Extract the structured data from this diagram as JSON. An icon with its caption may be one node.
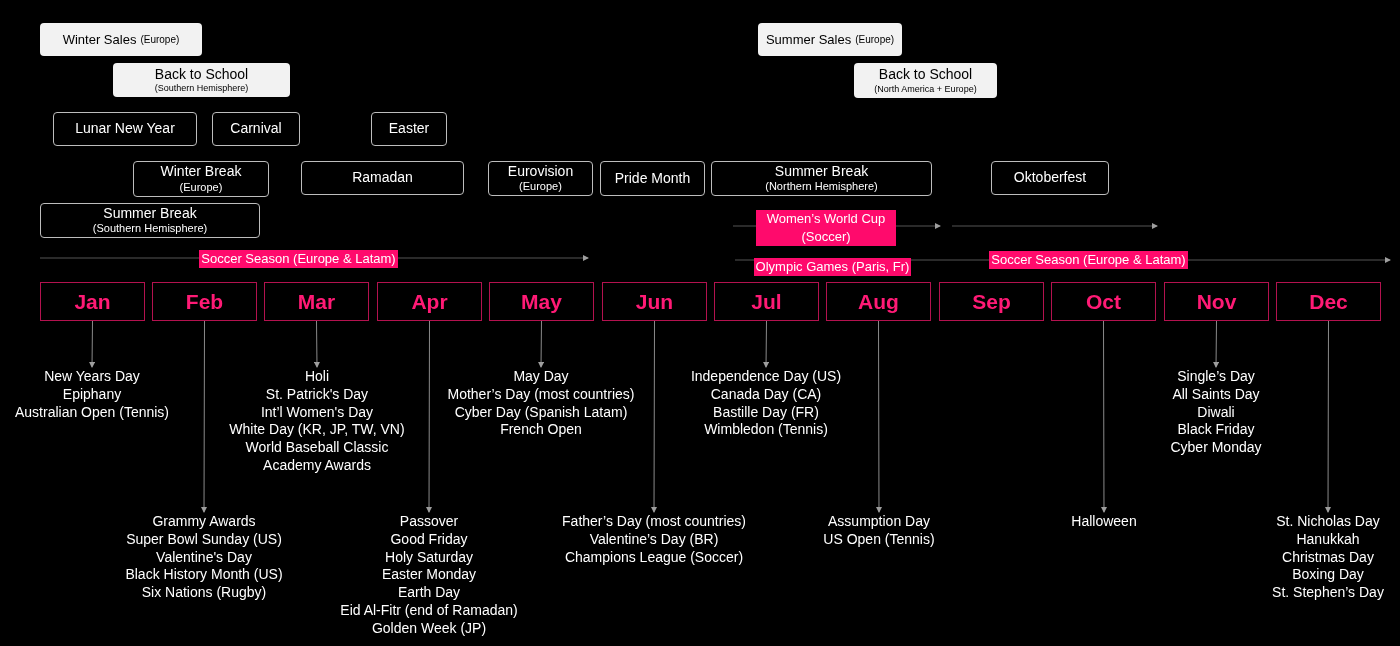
{
  "diagram": {
    "nodes": [
      {
        "text": [
          "Winter Sales",
          "(Europe)"
        ]
      },
      {
        "text": [
          "Back to School",
          "(Southern Hemisphere)"
        ]
      },
      {
        "text": [
          "Lunar New Year"
        ]
      },
      {
        "text": [
          "Carnival"
        ]
      },
      {
        "text": [
          "Easter"
        ]
      },
      {
        "text": [
          "Winter Break",
          "(Europe)"
        ]
      },
      {
        "text": [
          "Ramadan"
        ]
      },
      {
        "text": [
          "Summer Break",
          "(Southern Hemisphere)"
        ]
      },
      {
        "text": [
          "Summer Sales",
          "(Europe)"
        ]
      },
      {
        "text": [
          "Back to School",
          "(North America + Europe)"
        ]
      },
      {
        "text": [
          "Eurovision",
          "(Europe)"
        ]
      },
      {
        "text": [
          "Pride Month"
        ]
      },
      {
        "text": [
          "Summer Break",
          "(Northern Hemisphere)"
        ]
      },
      {
        "text": [
          "Oktoberfest"
        ]
      },
      {
        "text": [
          "Women’s World Cup (Soccer)"
        ]
      },
      {
        "text": [
          "Olympic Games (Paris, Fr)"
        ]
      },
      {
        "text": [
          "Soccer Season (Europe & Latam)"
        ]
      },
      {
        "text": [
          "Soccer Season (Europe & Latam)"
        ]
      },
      {
        "text": [
          "Jan"
        ]
      },
      {
        "text": [
          "Feb"
        ]
      },
      {
        "text": [
          "Mar"
        ]
      },
      {
        "text": [
          "Apr"
        ]
      },
      {
        "text": [
          "May"
        ]
      },
      {
        "text": [
          "Jun"
        ]
      },
      {
        "text": [
          "Jul"
        ]
      },
      {
        "text": [
          "Aug"
        ]
      },
      {
        "text": [
          "Sep"
        ]
      },
      {
        "text": [
          "Oct"
        ]
      },
      {
        "text": [
          "Nov"
        ]
      },
      {
        "text": [
          "Dec"
        ]
      },
      {
        "text": [
          "New Years Day",
          "Epiphany",
          "Australian Open (Tennis)"
        ]
      },
      {
        "text": [
          "Grammy Awards",
          "Super Bowl Sunday (US)",
          "Valentine's Day",
          "Black History Month (US)",
          "Six Nations (Rugby)"
        ]
      },
      {
        "text": [
          "Holi",
          "St. Patrick's Day",
          "Int’l Women's Day",
          "White Day (KR, JP, TW, VN)",
          "World Baseball Classic",
          "Academy Awards"
        ]
      },
      {
        "text": [
          "Passover",
          "Good Friday",
          "Holy Saturday",
          "Easter Monday",
          "Earth Day",
          "Eid Al-Fitr (end of Ramadan)",
          "Golden Week (JP)"
        ]
      },
      {
        "text": [
          "May Day",
          "Mother’s Day (most countries)",
          "Cyber Day (Spanish Latam)",
          "French Open"
        ]
      },
      {
        "text": [
          "Father’s Day (most countries)",
          "Valentine’s Day (BR)",
          "Champions League (Soccer)"
        ]
      },
      {
        "text": [
          "Independence Day (US)",
          "Canada Day (CA)",
          "Bastille Day (FR)",
          "Wimbledon (Tennis)"
        ]
      },
      {
        "text": [
          "Assumption Day",
          "US Open (Tennis)"
        ]
      },
      {
        "text": [
          "Halloween"
        ]
      },
      {
        "text": [
          "Single’s Day",
          "All Saints Day",
          "Diwali",
          "Black Friday",
          "Cyber Monday"
        ]
      },
      {
        "text": [
          "St. Nicholas Day",
          "Hanukkah",
          "Christmas Day",
          "Boxing Day",
          "St. Stephen’s Day"
        ]
      }
    ],
    "edges": [
      {
        "from": 18,
        "to": 30,
        "arrow": "to"
      },
      {
        "from": 19,
        "to": 31,
        "arrow": "to"
      },
      {
        "from": 20,
        "to": 32,
        "arrow": "to"
      },
      {
        "from": 21,
        "to": 33,
        "arrow": "to"
      },
      {
        "from": 22,
        "to": 34,
        "arrow": "to"
      },
      {
        "from": 23,
        "to": 35,
        "arrow": "to"
      },
      {
        "from": 24,
        "to": 36,
        "arrow": "to"
      },
      {
        "from": 25,
        "to": 37,
        "arrow": "to"
      },
      {
        "from": 27,
        "to": 38,
        "arrow": "to"
      },
      {
        "from": 28,
        "to": 39,
        "arrow": "to"
      },
      {
        "from": 29,
        "to": 40,
        "arrow": "to"
      }
    ]
  }
}
